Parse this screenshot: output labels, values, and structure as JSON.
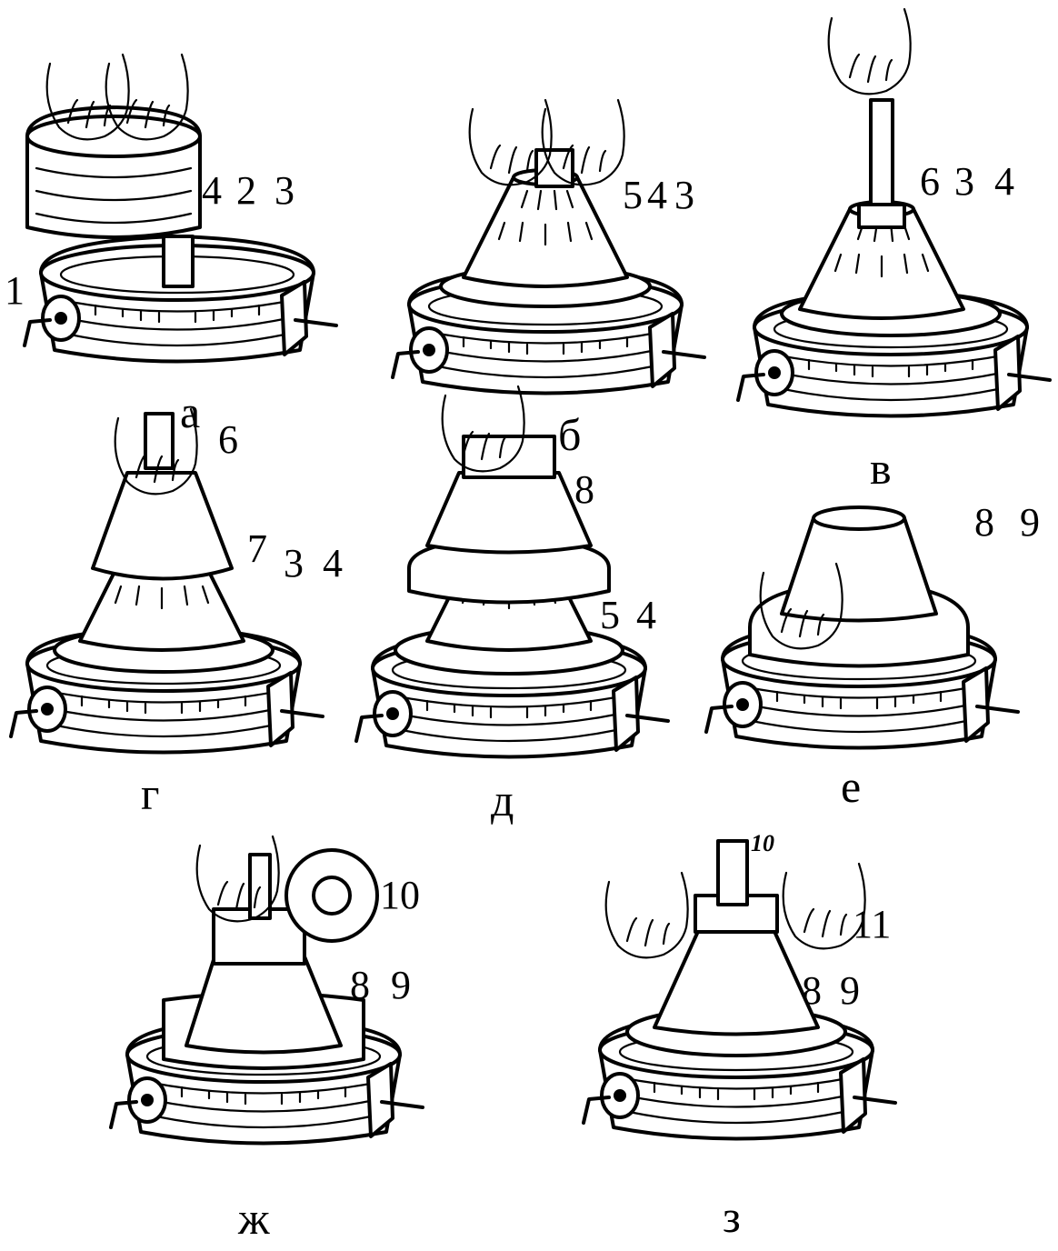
{
  "panels": [
    {
      "id": "a",
      "caption": "а",
      "parts": [
        "1",
        "4",
        "2",
        "3"
      ]
    },
    {
      "id": "b",
      "caption": "б",
      "parts": [
        "5",
        "4",
        "3"
      ]
    },
    {
      "id": "v",
      "caption": "в",
      "parts": [
        "6",
        "3",
        "4"
      ]
    },
    {
      "id": "g",
      "caption": "г",
      "parts": [
        "6",
        "7",
        "3",
        "4"
      ]
    },
    {
      "id": "d",
      "caption": "д",
      "parts": [
        "8",
        "5",
        "4"
      ]
    },
    {
      "id": "e",
      "caption": "е",
      "parts": [
        "8",
        "9"
      ]
    },
    {
      "id": "zh",
      "caption": "ж",
      "parts": [
        "10",
        "8",
        "9"
      ]
    },
    {
      "id": "z",
      "caption": "з",
      "parts": [
        "10",
        "11",
        "8",
        "9"
      ]
    }
  ]
}
